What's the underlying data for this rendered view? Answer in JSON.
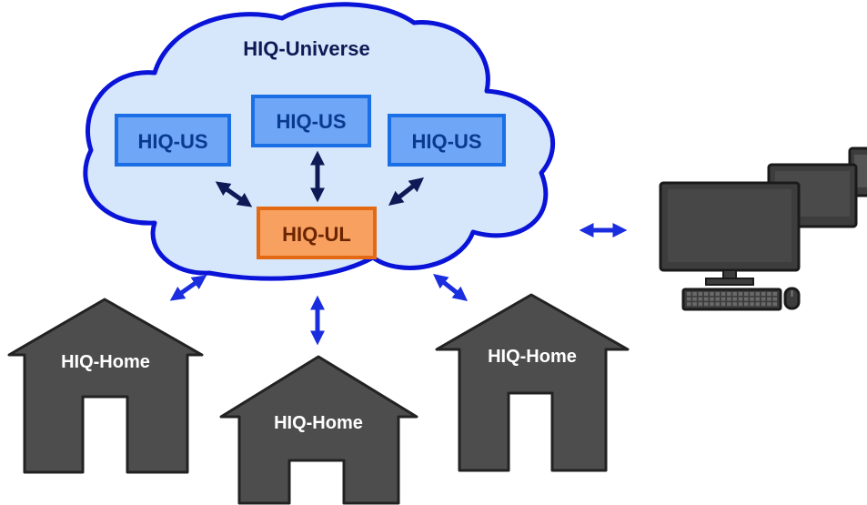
{
  "cloud": {
    "title": "HIQ-Universe",
    "fill": "#d6e6fb",
    "stroke": "#0a14d8"
  },
  "servers": [
    {
      "label": "HIQ-US"
    },
    {
      "label": "HIQ-US"
    },
    {
      "label": "HIQ-US"
    }
  ],
  "server_style": {
    "fill": "#6fa6f5",
    "stroke": "#1a6fe6",
    "text_color": "#0a3a8f"
  },
  "loader": {
    "label": "HIQ-UL",
    "fill": "#f7a060",
    "stroke": "#e36a12",
    "text_color": "#6a2400"
  },
  "homes": [
    {
      "label": "HIQ-Home"
    },
    {
      "label": "HIQ-Home"
    },
    {
      "label": "HIQ-Home"
    }
  ],
  "home_style": {
    "fill": "#4d4d4d",
    "stroke": "#222222",
    "text_color": "#ffffff"
  },
  "colors": {
    "inner_arrow": "#0d1a55",
    "outer_arrow": "#1a2ee0",
    "computer_dark": "#3d3d3d",
    "computer_outline": "#1a1a1a"
  },
  "icons": [
    "computer-workstation-icon",
    "monitor-icon",
    "keyboard-icon",
    "mouse-icon",
    "house-icon"
  ]
}
